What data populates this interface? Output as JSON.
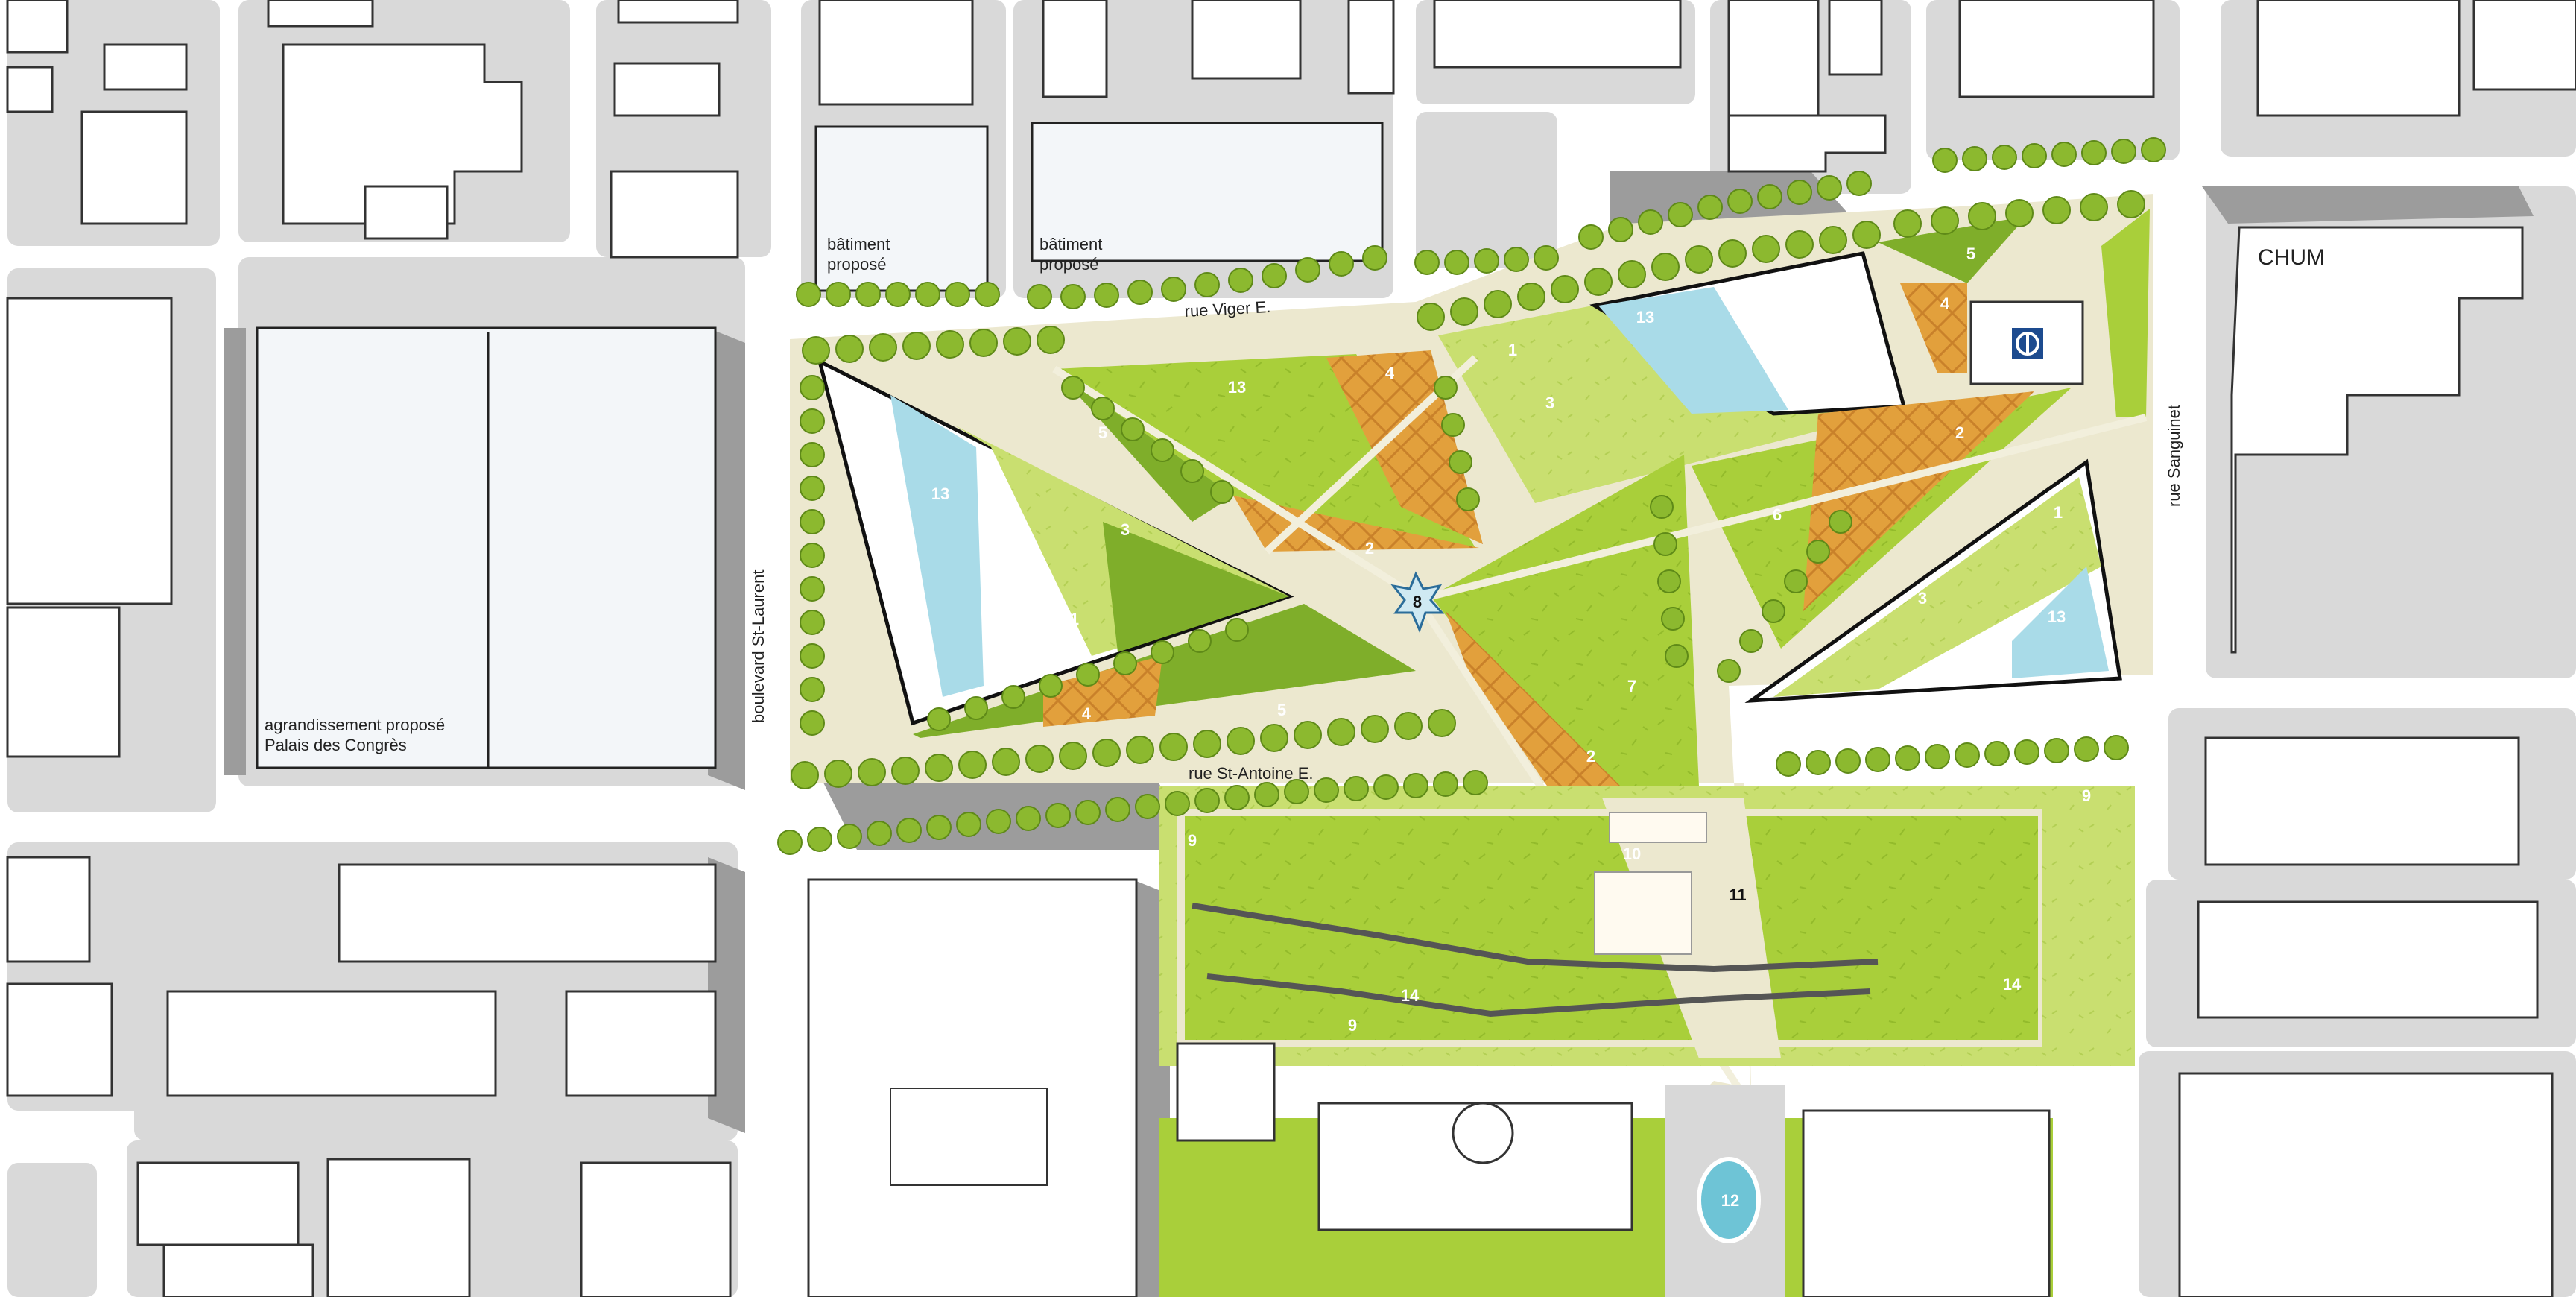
{
  "labels": {
    "street_viger": "rue Viger E.",
    "street_st_antoine": "rue St-Antoine E.",
    "street_sanguinet": "rue Sanguinet",
    "boulevard_st_laurent": "boulevard St-Laurent",
    "building_proposed_1_line1": "bâtiment",
    "building_proposed_1_line2": "proposé",
    "building_proposed_2_line1": "bâtiment",
    "building_proposed_2_line2": "proposé",
    "expansion_line1": "agrandissement proposé",
    "expansion_line2": "Palais des Congrès",
    "chum": "CHUM"
  },
  "zone_numbers": {
    "z13_a": "13",
    "z13_b": "13",
    "z13_c": "13",
    "z13_d": "13",
    "z5_a": "5",
    "z5_b": "5",
    "z5_c": "5",
    "z3_a": "3",
    "z3_b": "3",
    "z3_c": "3",
    "z1_a": "1",
    "z1_b": "1",
    "z1_c": "1",
    "z4_a": "4",
    "z4_b": "4",
    "z4_c": "4",
    "z2_a": "2",
    "z2_b": "2",
    "z2_c": "2",
    "z6": "6",
    "z7": "7",
    "z8": "8",
    "z9_a": "9",
    "z9_b": "9",
    "z9_c": "9",
    "z10": "10",
    "z11": "11",
    "z12": "12",
    "z14_a": "14",
    "z14_b": "14"
  },
  "colors": {
    "street": "#ffffff",
    "block": "#d9d9d9",
    "shadow": "#9c9c9c",
    "plaza": "#ece8cf",
    "lawn": "#a9cf3a",
    "lawn_light": "#c3dc6a",
    "lawn_dark": "#7fae2a",
    "orange": "#e4a13a",
    "water": "#a9dbe8",
    "metro_blue": "#1d4b8f"
  },
  "icons": {
    "metro": "metro-logo-icon",
    "fountain": "star-fountain-icon"
  }
}
